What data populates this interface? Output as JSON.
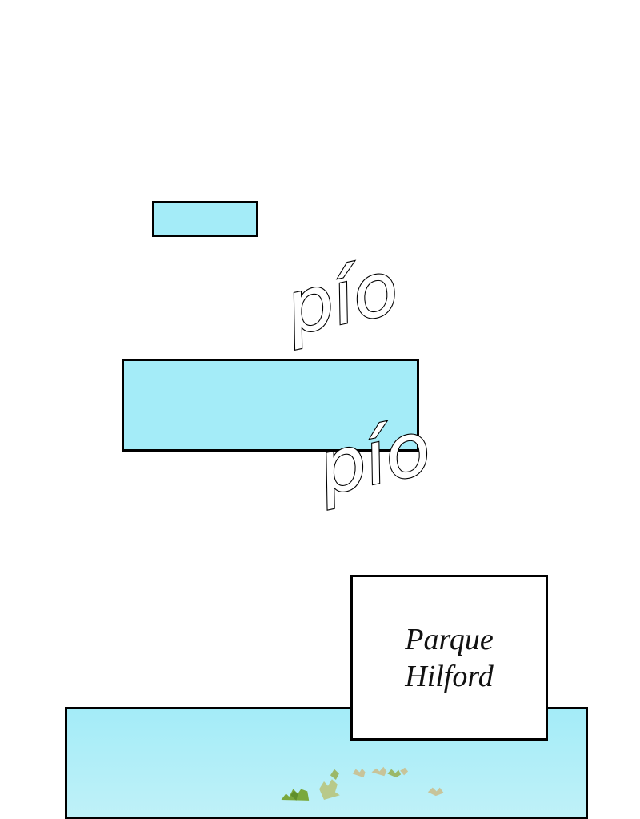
{
  "colors": {
    "sky_blue": "#a4ecf8",
    "sky_blue_light": "#b9f0f8",
    "border": "#000000",
    "caption_bg": "#ffffff",
    "foliage_green": "#7aa83c",
    "foliage_light": "#b8c98a",
    "foliage_tan": "#c8c49a"
  },
  "sound_effects": [
    {
      "text": "pío"
    },
    {
      "text": "pío"
    }
  ],
  "caption": {
    "line1": "Parque",
    "line2": "Hilford"
  },
  "icons": {
    "foliage": "tree-foliage-icon"
  }
}
